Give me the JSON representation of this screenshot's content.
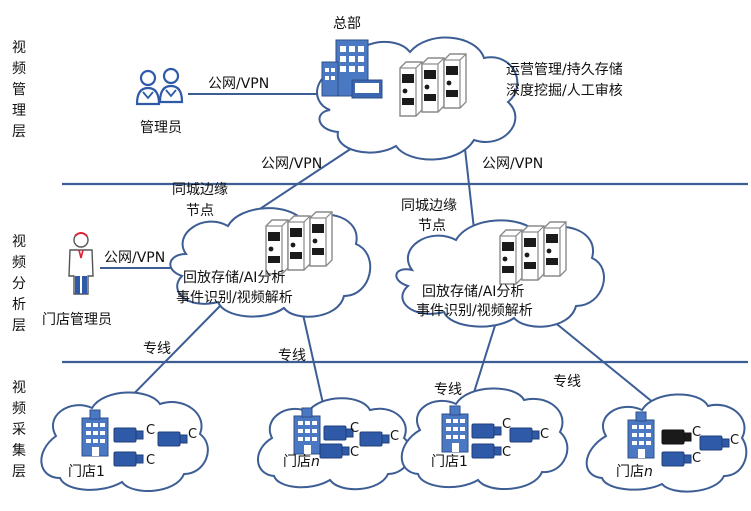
{
  "layers": {
    "management": "视频管理层",
    "analysis": "视频分析层",
    "collection": "视频采集层"
  },
  "hq": {
    "label": "总部",
    "functions": [
      "运营管理/持久存储",
      "深度挖掘/人工审核"
    ]
  },
  "admin": {
    "label": "管理员",
    "link_label": "公网/VPN"
  },
  "hq_edge_links": [
    "公网/VPN",
    "公网/VPN"
  ],
  "edge_nodes": [
    {
      "title_lines": [
        "同城边缘",
        "节点"
      ],
      "functions": [
        "回放存储/AI分析",
        "事件识别/视频解析"
      ]
    },
    {
      "title_lines": [
        "同城边缘",
        "节点"
      ],
      "functions": [
        "回放存储/AI分析",
        "事件识别/视频解析"
      ]
    }
  ],
  "store_admin": {
    "label": "门店管理员",
    "link_label": "公网/VPN"
  },
  "dedicated_lines": [
    "专线",
    "专线",
    "专线",
    "专线"
  ],
  "stores": [
    {
      "name": "门店",
      "suffix": "1",
      "camera_label": "C"
    },
    {
      "name": "门店",
      "suffix": "n",
      "camera_label": "C"
    },
    {
      "name": "门店",
      "suffix": "1",
      "camera_label": "C"
    },
    {
      "name": "门店",
      "suffix": "n",
      "camera_label": "C"
    }
  ],
  "colors": {
    "line": "#3d5d95",
    "building": "#4a78c2",
    "camera": "#2f5aa8",
    "server_outline": "#8a8a8a"
  }
}
